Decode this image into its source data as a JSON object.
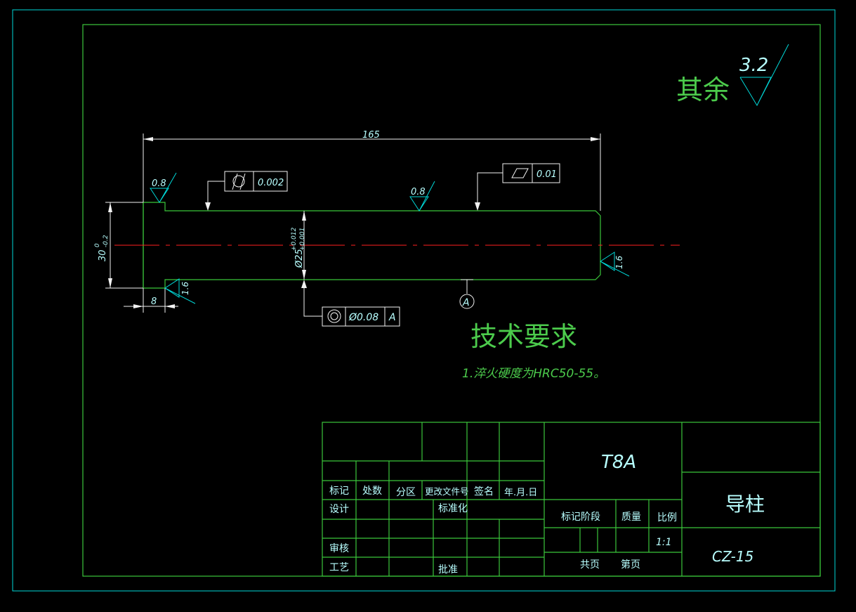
{
  "colors": {
    "background": "#000000",
    "frame": "#00D8D8",
    "part_outline": "#3BC63B",
    "centerline": "#FF2020",
    "text_green": "#4CCB4C",
    "text_cyan": "#B8FFFF"
  },
  "roughness_note": {
    "label": "其余",
    "value": "3.2"
  },
  "dimensions": {
    "length": "165",
    "head_width": "8",
    "head_dia": "30",
    "head_dia_upper": "0",
    "head_dia_lower": "-0.2",
    "shaft_dia": "Ø25",
    "shaft_dia_upper": "+0.012",
    "shaft_dia_lower": "+0.001"
  },
  "roughness": {
    "head_top": "0.8",
    "shaft_top": "0.8",
    "head_bottom": "1.6",
    "end_face": "1.6"
  },
  "tolerances": {
    "cylindricity": {
      "symbol": "cylindricity-icon",
      "value": "0.002"
    },
    "flatness": {
      "symbol": "flatness-icon",
      "value": "0.01"
    },
    "coaxiality": {
      "symbol": "coaxiality-icon",
      "value": "Ø0.08",
      "datum": "A"
    }
  },
  "datum_label": "A",
  "tech_req": {
    "title": "技术要求",
    "item1": "1.淬火硬度为HRC50-55。"
  },
  "title_block": {
    "material": "T8A",
    "part_name": "导柱",
    "drawing_no": "CZ-15",
    "scale": "1:1",
    "hdr_mark": "标记",
    "hdr_count": "处数",
    "hdr_zone": "分区",
    "hdr_doc": "更改文件号",
    "hdr_sign": "签名",
    "hdr_date": "年.月.日",
    "design": "设计",
    "standardize": "标准化",
    "review": "审核",
    "process": "工艺",
    "approve": "批准",
    "stage": "标记阶段",
    "mass": "质量",
    "scale_label": "比例",
    "total": "共页",
    "sheet": "第页"
  }
}
